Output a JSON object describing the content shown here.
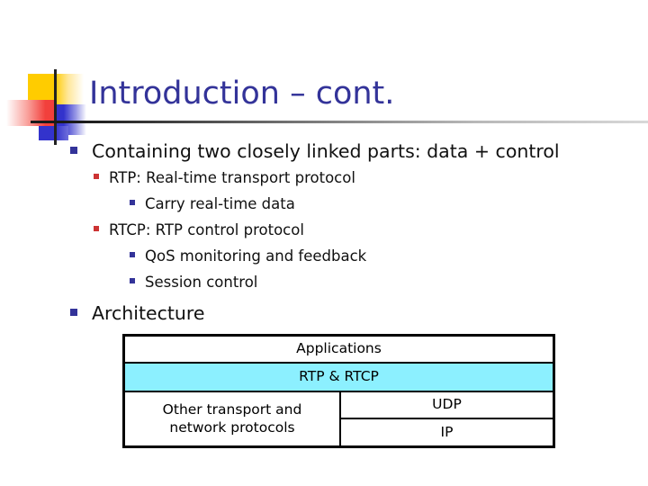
{
  "slide": {
    "title": "Introduction – cont.",
    "title_color": "#333399",
    "bullets": {
      "b1": "Containing two closely linked parts: data + control",
      "b1_1": "RTP: Real-time transport protocol",
      "b1_1_1": "Carry real-time data",
      "b1_2": "RTCP: RTP control protocol",
      "b1_2_1": "QoS monitoring and feedback",
      "b1_2_2": "Session control",
      "b2": "Architecture"
    },
    "architecture": {
      "applications": "Applications",
      "rtp_rtcp": "RTP & RTCP",
      "other": "Other transport and\nnetwork protocols",
      "other_line1": "Other transport and",
      "other_line2": "network protocols",
      "udp": "UDP",
      "ip": "IP",
      "highlight_color": "#8CF0FF"
    },
    "logo": {
      "yellow": "#FFCC00",
      "red": "#F2403C",
      "blue": "#3333CC",
      "rule": "#1a1a1a"
    }
  }
}
